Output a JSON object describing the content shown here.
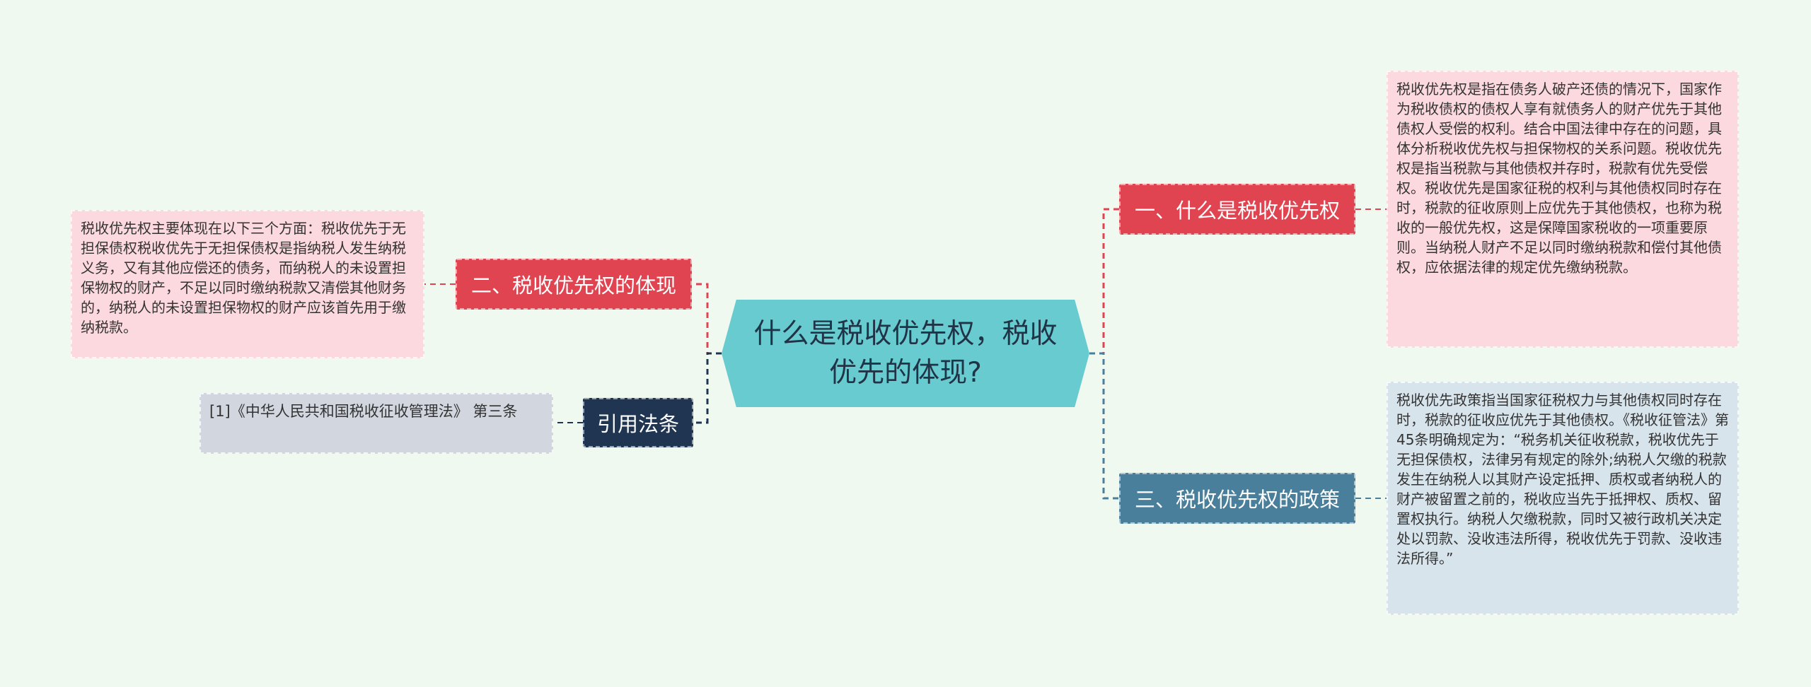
{
  "central": {
    "title": "什么是税收优先权，税收优先的体现?"
  },
  "branches": {
    "b1": {
      "label": "一、什么是税收优先权",
      "color": "#e14451"
    },
    "b2": {
      "label": "二、税收优先权的体现",
      "color": "#e14451"
    },
    "b3": {
      "label": "三、税收优先权的政策",
      "color": "#4a7f9c"
    },
    "b4": {
      "label": "引用法条",
      "color": "#1f3552"
    }
  },
  "leaves": {
    "l1": "税收优先权是指在债务人破产还债的情况下，国家作为税收债权的债权人享有就债务人的财产优先于其他债权人受偿的权利。结合中国法律中存在的问题，具体分析税收优先权与担保物权的关系问题。税收优先权是指当税款与其他债权并存时，税款有优先受偿权。税收优先是国家征税的权利与其他债权同时存在时，税款的征收原则上应优先于其他债权，也称为税收的一般优先权，这是保障国家税收的一项重要原则。当纳税人财产不足以同时缴纳税款和偿付其他债权，应依据法律的规定优先缴纳税款。",
    "l2": "税收优先权主要体现在以下三个方面：税收优先于无担保债权税收优先于无担保债权是指纳税人发生纳税义务，又有其他应偿还的债务，而纳税人的未设置担保物权的财产，不足以同时缴纳税款又清偿其他财务的，纳税人的未设置担保物权的财产应该首先用于缴纳税款。",
    "l3": "税收优先政策指当国家征税权力与其他债权同时存在时，税款的征收应优先于其他债权。《税收征管法》第45条明确规定为：“税务机关征收税款，税收优先于无担保债权，法律另有规定的除外;纳税人欠缴的税款发生在纳税人以其财产设定抵押、质权或者纳税人的财产被留置之前的，税收应当先于抵押权、质权、留置权执行。纳税人欠缴税款，同时又被行政机关决定处以罚款、没收违法所得，税收优先于罚款、没收违法所得。”",
    "l4": "[1]《中华人民共和国税收征收管理法》 第三条"
  }
}
